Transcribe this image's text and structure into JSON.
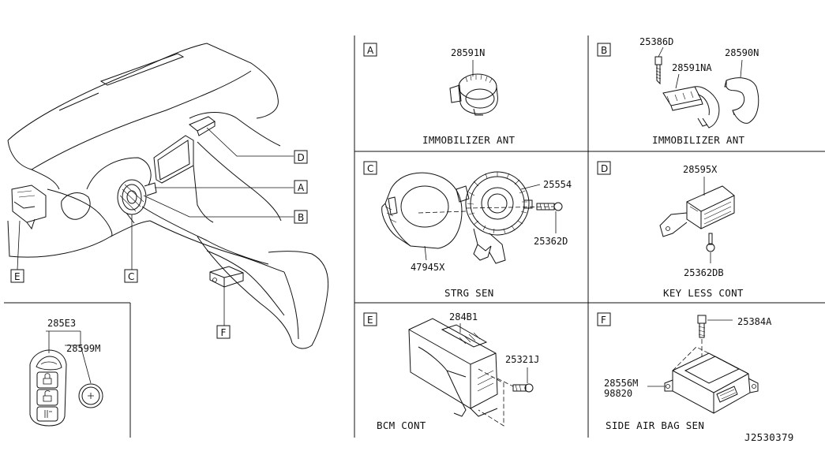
{
  "diagram_id": "J2530379",
  "callout_letters": [
    "A",
    "B",
    "C",
    "D",
    "E",
    "F"
  ],
  "panels": {
    "A": {
      "letter": "A",
      "parts": [
        "28591N"
      ],
      "caption": "IMMOBILIZER ANT"
    },
    "B": {
      "letter": "B",
      "parts": [
        "25386D",
        "28591NA",
        "28590N"
      ],
      "caption": "IMMOBILIZER ANT"
    },
    "C": {
      "letter": "C",
      "parts": [
        "25554",
        "25362D",
        "47945X"
      ],
      "caption": "STRG SEN"
    },
    "D": {
      "letter": "D",
      "parts": [
        "28595X",
        "25362DB"
      ],
      "caption": "KEY LESS CONT"
    },
    "E": {
      "letter": "E",
      "parts": [
        "284B1",
        "25321J"
      ],
      "caption": "BCM CONT"
    },
    "F": {
      "letter": "F",
      "parts": [
        "25384A",
        "28556M",
        "98820"
      ],
      "caption": "SIDE AIR BAG SEN"
    }
  },
  "key_fob": {
    "parts": [
      "285E3",
      "28599M"
    ]
  },
  "colors": {
    "line": "#111111",
    "background": "#ffffff"
  }
}
